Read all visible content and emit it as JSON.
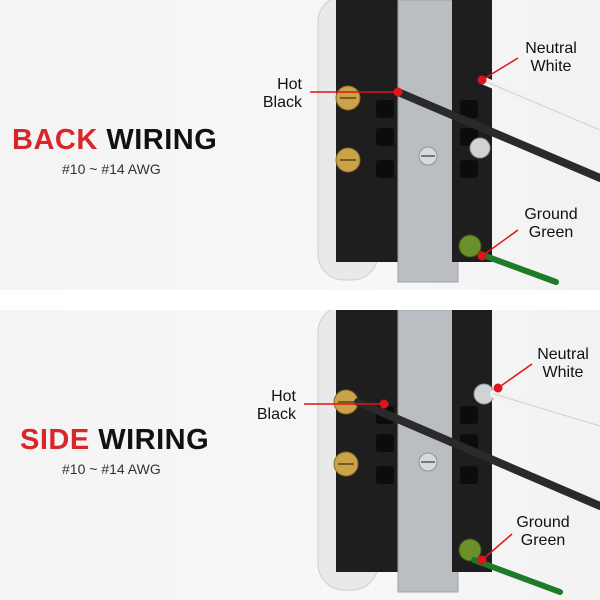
{
  "panels": {
    "back": {
      "title_accent": "BACK",
      "title_rest": "WIRING",
      "subtitle": "#10 ~ #14 AWG",
      "hot_line1": "Hot",
      "hot_line2": "Black",
      "neutral_line1": "Neutral",
      "neutral_line2": "White",
      "ground_line1": "Ground",
      "ground_line2": "Green"
    },
    "side": {
      "title_accent": "SIDE",
      "title_rest": "WIRING",
      "subtitle": "#10 ~ #14 AWG",
      "hot_line1": "Hot",
      "hot_line2": "Black",
      "neutral_line1": "Neutral",
      "neutral_line2": "White",
      "ground_line1": "Ground",
      "ground_line2": "Green"
    }
  },
  "colors": {
    "accent": "#d8262a",
    "text": "#111111",
    "body": "#1c1c1c",
    "strap": "#b9bcc0",
    "brass": "#c9a24a",
    "wire_black": "#2a2a2a",
    "wire_white": "#f2f2f2",
    "wire_green": "#1f7a2a",
    "dot": "#e0121b"
  }
}
